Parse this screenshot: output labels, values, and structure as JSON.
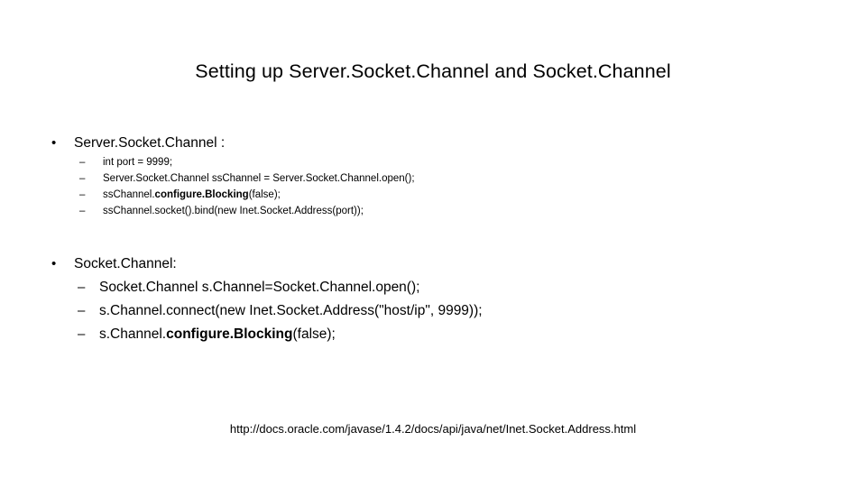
{
  "slide": {
    "title": "Setting up Server.Socket.Channel and Socket.Channel",
    "background_color": "#ffffff",
    "text_color": "#000000"
  },
  "markers": {
    "level1_bullet": "•",
    "level2_dash": "–"
  },
  "groups": [
    {
      "id": "server-socket-channel",
      "heading": "Server.Socket.Channel :",
      "items": [
        {
          "id": "int-port",
          "parts": [
            {
              "text": "int port = 9999;",
              "bold": false
            }
          ]
        },
        {
          "id": "open-server-channel",
          "parts": [
            {
              "text": "Server.Socket.Channel ssChannel = Server.Socket.Channel.open();",
              "bold": false
            }
          ]
        },
        {
          "id": "ss-configure-blocking",
          "parts": [
            {
              "text": "ssChannel.",
              "bold": false
            },
            {
              "text": "configure.Blocking",
              "bold": true
            },
            {
              "text": "(false);",
              "bold": false
            }
          ]
        },
        {
          "id": "ss-socket-bind",
          "parts": [
            {
              "text": "ssChannel.socket().bind(new Inet.Socket.Address(port));",
              "bold": false
            }
          ]
        }
      ]
    },
    {
      "id": "socket-channel",
      "heading": "Socket.Channel:",
      "items": [
        {
          "id": "open-socket-channel",
          "parts": [
            {
              "text": "Socket.Channel s.Channel=Socket.Channel.open();",
              "bold": false
            }
          ]
        },
        {
          "id": "socket-connect",
          "parts": [
            {
              "text": "s.Channel.connect(new Inet.Socket.Address(\"host/ip\", 9999));",
              "bold": false
            }
          ]
        },
        {
          "id": "s-configure-blocking",
          "parts": [
            {
              "text": "s.Channel.",
              "bold": false
            },
            {
              "text": "configure.Blocking",
              "bold": true
            },
            {
              "text": "(false);",
              "bold": false
            }
          ]
        }
      ]
    }
  ],
  "footer": {
    "url": "http://docs.oracle.com/javase/1.4.2/docs/api/java/net/Inet.Socket.Address.html"
  }
}
